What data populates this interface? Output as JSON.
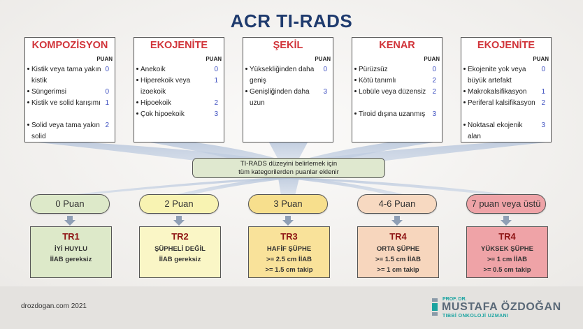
{
  "title": "ACR TI-RADS",
  "categories": [
    {
      "title": "KOMPOZİSYON",
      "puan_label": "PUAN",
      "items": [
        {
          "text": "Kistik veya tama yakın kistik",
          "score": "0"
        },
        {
          "text": "Süngerimsi",
          "score": "0"
        },
        {
          "text": "Kistik ve solid karışımı",
          "score": "1"
        },
        {
          "text": "Solid veya tama yakın solid",
          "score": "2"
        }
      ]
    },
    {
      "title": "EKOJENİTE",
      "puan_label": "PUAN",
      "items": [
        {
          "text": "Anekoik",
          "score": "0"
        },
        {
          "text": "Hiperekoik veya izoekoik",
          "score": "1"
        },
        {
          "text": "Hipoekoik",
          "score": "2"
        },
        {
          "text": "Çok hipoekoik",
          "score": "3"
        }
      ]
    },
    {
      "title": "ŞEKİL",
      "puan_label": "PUAN",
      "items": [
        {
          "text": "Yüksekliğinden daha geniş",
          "score": "0"
        },
        {
          "text": "Genişliğinden daha uzun",
          "score": "3"
        }
      ]
    },
    {
      "title": "KENAR",
      "puan_label": "PUAN",
      "items": [
        {
          "text": "Pürüzsüz",
          "score": "0"
        },
        {
          "text": "Kötü tanımlı",
          "score": "2"
        },
        {
          "text": "Lobüle veya düzensiz",
          "score": "2"
        },
        {
          "text": "Tiroid dışına uzanmış",
          "score": "3"
        }
      ]
    },
    {
      "title": "EKOJENİTE",
      "puan_label": "PUAN",
      "items": [
        {
          "text": "Ekojenite yok veya büyük artefakt",
          "score": "0"
        },
        {
          "text": "Makrokalsifikasyon",
          "score": "1"
        },
        {
          "text": "Periferal kalsifikasyon",
          "score": "2"
        },
        {
          "text": "Noktasal ekojenik alan",
          "score": "3"
        }
      ]
    }
  ],
  "instruction": {
    "line1": "TI-RADS düzeyini belirlemek için",
    "line2": "tüm kategorilerden puanlar eklenir"
  },
  "levels": [
    {
      "points": "0 Puan",
      "color": "#dde9c9",
      "tr": "TR1",
      "lines": [
        "İYİ HUYLU",
        "İİAB gereksiz"
      ],
      "result_color": "#dde9c9"
    },
    {
      "points": "2 Puan",
      "color": "#f8f3b2",
      "tr": "TR2",
      "lines": [
        "ŞÜPHELİ DEĞİL",
        "İİAB gereksiz"
      ],
      "result_color": "#faf6c6"
    },
    {
      "points": "3 Puan",
      "color": "#f7df8d",
      "tr": "TR3",
      "lines": [
        "HAFİF ŞÜPHE",
        ">= 2.5 cm İİAB",
        ">= 1.5 cm takip"
      ],
      "result_color": "#f9e29a"
    },
    {
      "points": "4-6 Puan",
      "color": "#f7d9c1",
      "tr": "TR4",
      "lines": [
        "ORTA ŞÜPHE",
        ">= 1.5 cm İİAB",
        ">= 1 cm takip"
      ],
      "result_color": "#f7d6bd"
    },
    {
      "points": "7 puan veya üstü",
      "color": "#eea3a7",
      "tr": "TR4",
      "lines": [
        "YÜKSEK ŞÜPHE",
        ">= 1 cm İİAB",
        ">= 0.5 cm takip"
      ],
      "result_color": "#efa3a7"
    }
  ],
  "footer": {
    "site": "drozdogan.com 2021",
    "logo_prof": "PROF. DR.",
    "logo_name": "MUSTAFA ÖZDOĞAN",
    "logo_sub": "TIBBİ ONKOLOJİ UZMANI"
  },
  "colors": {
    "title": "#1f3b6e",
    "category_title": "#d1343a",
    "score": "#3d4fc0",
    "result_title": "#8e1414",
    "logo_accent": "#1aa3a0",
    "arrow": "#8f9fb5"
  }
}
